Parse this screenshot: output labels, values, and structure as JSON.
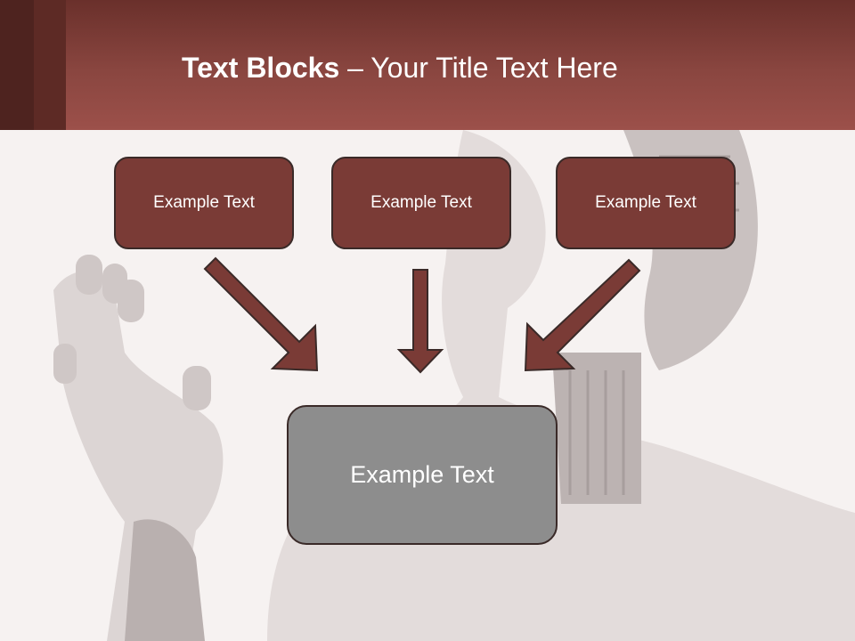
{
  "slide": {
    "title_bold": "Text Blocks",
    "title_sep": " – ",
    "title_rest": "Your Title Text Here"
  },
  "blocks": [
    {
      "label": "Example Text"
    },
    {
      "label": "Example Text"
    },
    {
      "label": "Example Text"
    }
  ],
  "result_block": {
    "label": "Example Text"
  },
  "colors": {
    "header": "#8a4640",
    "block_fill": "#7a3b36",
    "result_fill": "#8d8d8d",
    "arrow_fill": "#7a3b36"
  }
}
